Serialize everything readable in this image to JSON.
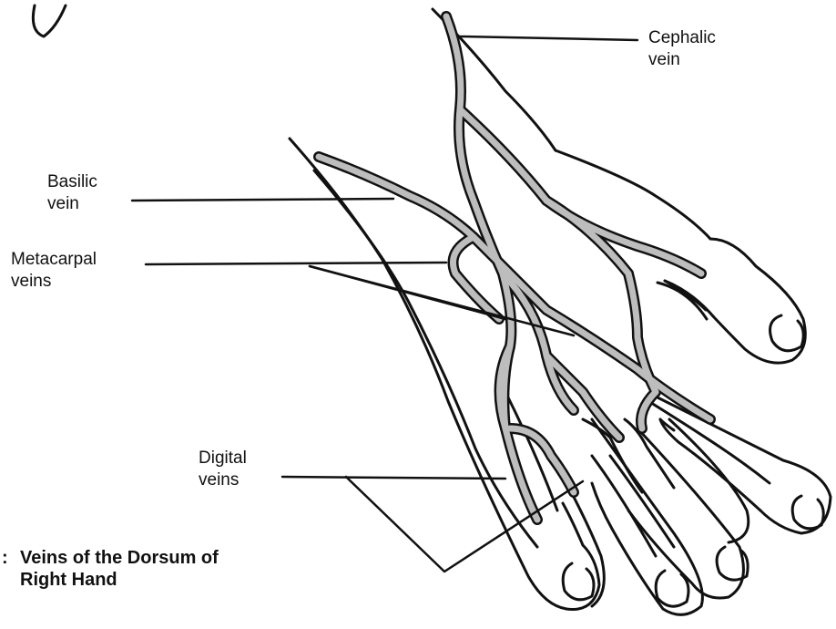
{
  "labels": {
    "cephalic": [
      "Cephalic",
      "vein"
    ],
    "basilic": [
      "Basilic",
      "vein"
    ],
    "metacarpal": [
      "Metacarpal",
      "veins"
    ],
    "digital": [
      "Digital",
      "veins"
    ]
  },
  "caption": {
    "prefix": ":",
    "line1": "Veins of the Dorsum of",
    "line2": "Right Hand"
  },
  "colors": {
    "outline": "#111111",
    "vein_fill": "#bdbdbd",
    "background": "#ffffff"
  }
}
